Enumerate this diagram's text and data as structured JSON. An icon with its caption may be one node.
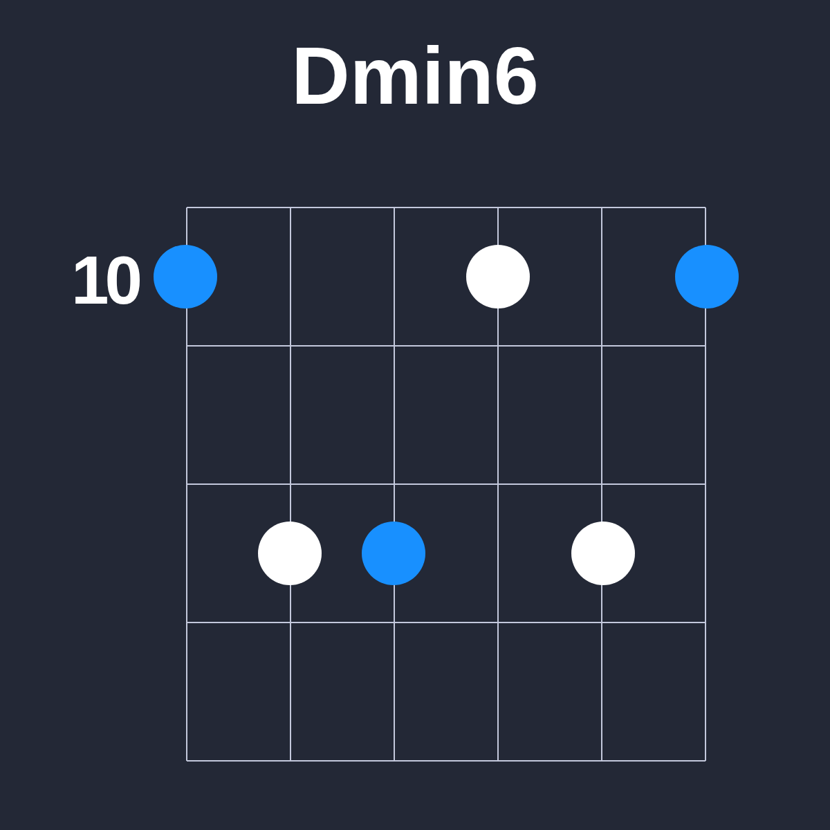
{
  "diagram": {
    "title": "Dmin6",
    "nodes": [
      {
        "text": [],
        "shape": "circle"
      },
      {
        "text": [],
        "shape": "circle"
      },
      {
        "text": [],
        "shape": "circle"
      },
      {
        "text": [],
        "shape": "circle"
      },
      {
        "text": [],
        "shape": "circle"
      },
      {
        "text": [],
        "shape": "circle"
      }
    ],
    "labels": [
      "10"
    ]
  }
}
